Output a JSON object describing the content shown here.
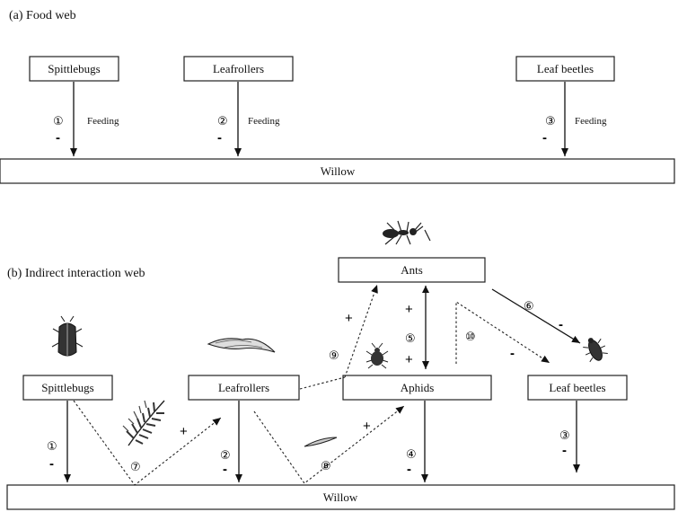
{
  "panel_a": {
    "title": "(a) Food web",
    "nodes": {
      "spittlebugs": "Spittlebugs",
      "leafrollers": "Leafrollers",
      "leaf_beetles": "Leaf beetles",
      "willow": "Willow"
    },
    "links": [
      {
        "number": "①",
        "label": "Feeding",
        "sign": "-"
      },
      {
        "number": "②",
        "label": "Feeding",
        "sign": "-"
      },
      {
        "number": "③",
        "label": "Feeding",
        "sign": "-"
      }
    ]
  },
  "panel_b": {
    "title": "(b) Indirect interaction web",
    "nodes": {
      "ants": "Ants",
      "spittlebugs": "Spittlebugs",
      "leafrollers": "Leafrollers",
      "aphids": "Aphids",
      "leaf_beetles": "Leaf beetles",
      "willow": "Willow"
    },
    "links": {
      "spittlebugs_willow": {
        "number": "①",
        "sign": "-"
      },
      "leafrollers_willow": {
        "number": "②",
        "sign": "-"
      },
      "leaf_beetles_willow": {
        "number": "③",
        "sign": "-"
      },
      "aphids_willow": {
        "number": "④",
        "sign": "-"
      },
      "ants_aphids": {
        "number": "⑤",
        "sign_top": "+",
        "sign_bottom": "+"
      },
      "ants_leaf_beetles_direct": {
        "number": "⑥",
        "sign": "-"
      },
      "spittlebugs_leafrollers": {
        "number": "⑦",
        "sign": "+"
      },
      "leafrollers_aphids": {
        "number": "⑧",
        "sign": "+"
      },
      "leafrollers_ants": {
        "number": "⑨",
        "sign": "+"
      },
      "ants_leaf_beetles_indirect": {
        "number": "⑩",
        "sign": "-"
      }
    },
    "icons": [
      "ant-icon",
      "spittlebug-icon",
      "leafroller-icon",
      "aphid-icon",
      "leaf-beetle-icon",
      "willow-shoot-icon",
      "leaf-icon"
    ]
  }
}
